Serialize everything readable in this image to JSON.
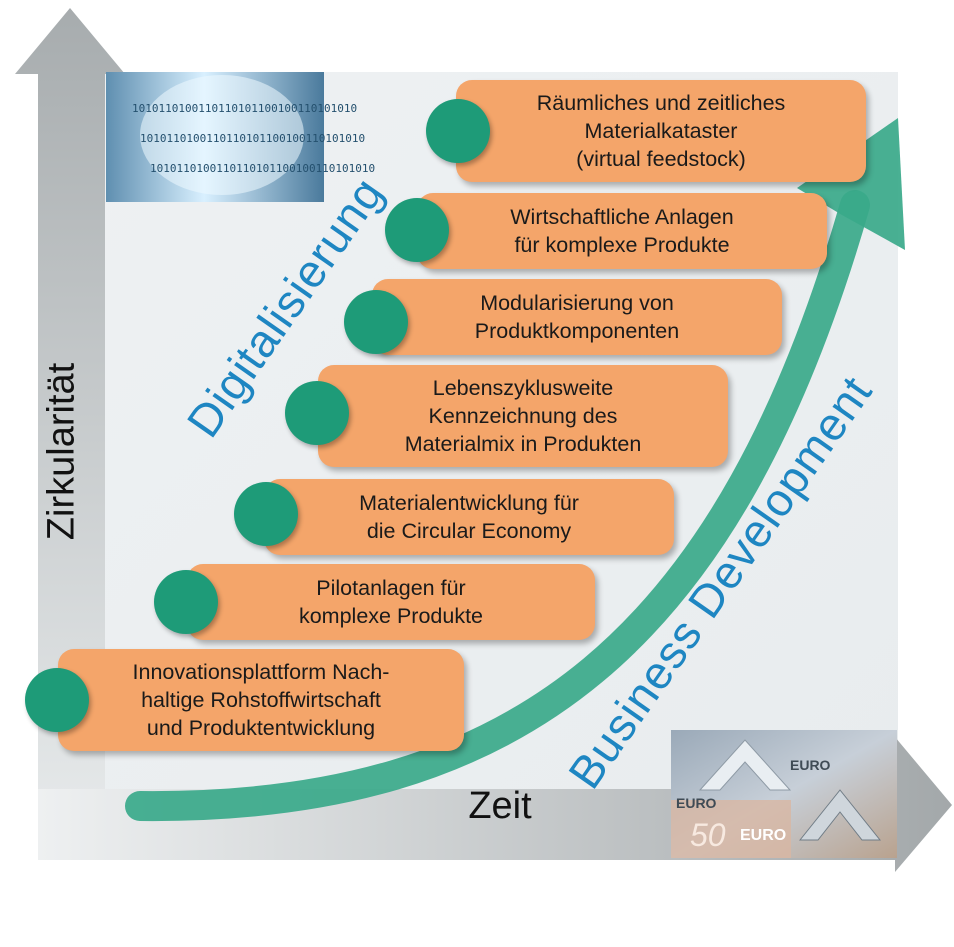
{
  "axes": {
    "y_label": "Zirkularität",
    "x_label": "Zeit"
  },
  "curve_labels": {
    "digital": "Digitalisierung",
    "business": "Business Development"
  },
  "images": {
    "top_left": {
      "text": "1010110100110110101100100110101010"
    },
    "bottom_right": {
      "euro_1": "EURO",
      "euro_2": "EURO",
      "euro_3": "EURO",
      "amount": "50"
    }
  },
  "steps": [
    {
      "text": "Innovationsplattform Nach-\nhaltige Rohstoffwirtschaft\nund Produktentwicklung"
    },
    {
      "text": "Pilotanlagen für\nkomplexe Produkte"
    },
    {
      "text": "Materialentwicklung für\ndie Circular Economy"
    },
    {
      "text": "Lebenszyklusweite\nKennzeichnung des\nMaterialmix in Produkten"
    },
    {
      "text": "Modularisierung von\nProduktkomponenten"
    },
    {
      "text": "Wirtschaftliche Anlagen\nfür komplexe Produkte"
    },
    {
      "text": "Räumliches und zeitliches\nMaterialkataster\n(virtual feedstock)"
    }
  ],
  "colors": {
    "box": "#f4a56a",
    "dot": "#1e9b78",
    "arrow": "#3aa98a",
    "blue_text": "#1e86c2"
  }
}
